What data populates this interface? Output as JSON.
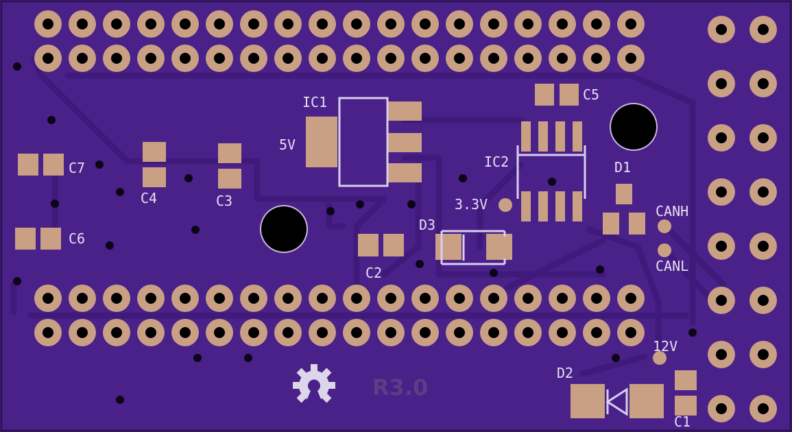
{
  "board": {
    "colors": {
      "substrate": "#4a2189",
      "copper_pad": "#c9a084",
      "silkscreen": "#e6e0f2"
    },
    "labels": {
      "ic1": "IC1",
      "v5": "5V",
      "ic2": "IC2",
      "v33": "3.3V",
      "c5": "C5",
      "c7": "C7",
      "c4": "C4",
      "c3": "C3",
      "c6": "C6",
      "c2": "C2",
      "d3": "D3",
      "d1": "D1",
      "canh": "CANH",
      "canl": "CANL",
      "v12": "12V",
      "d2": "D2",
      "c1": "C1",
      "revision": "R3.0"
    },
    "icons": {
      "logo": "open-hardware-gear-icon"
    }
  }
}
